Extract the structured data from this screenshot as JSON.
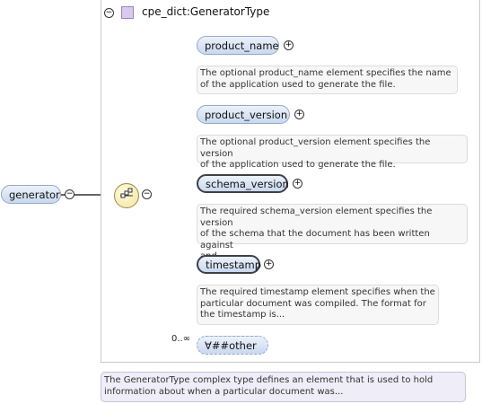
{
  "type_box": {
    "title": "cpe_dict:GeneratorType"
  },
  "root": {
    "label": "generator"
  },
  "elements": [
    {
      "label": "product_name",
      "doc": [
        "The optional product_name element specifies the name",
        "of the application used to generate the file."
      ]
    },
    {
      "label": "product_version",
      "doc": [
        "The optional product_version element specifies the version",
        "of the application used to generate the file."
      ]
    },
    {
      "label": "schema_version",
      "doc": [
        "The required schema_version element specifies the version",
        "of the schema that the document has been written against",
        "and..."
      ]
    },
    {
      "label": "timestamp",
      "doc": [
        "The required timestamp element specifies when the",
        "particular document was compiled. The format for",
        "the timestamp is..."
      ]
    }
  ],
  "any_element": {
    "label": "∀##other",
    "occurrence": "0..∞"
  },
  "type_doc": [
    "The GeneratorType complex type defines an element that is used to hold",
    "information about when a particular document was..."
  ]
}
